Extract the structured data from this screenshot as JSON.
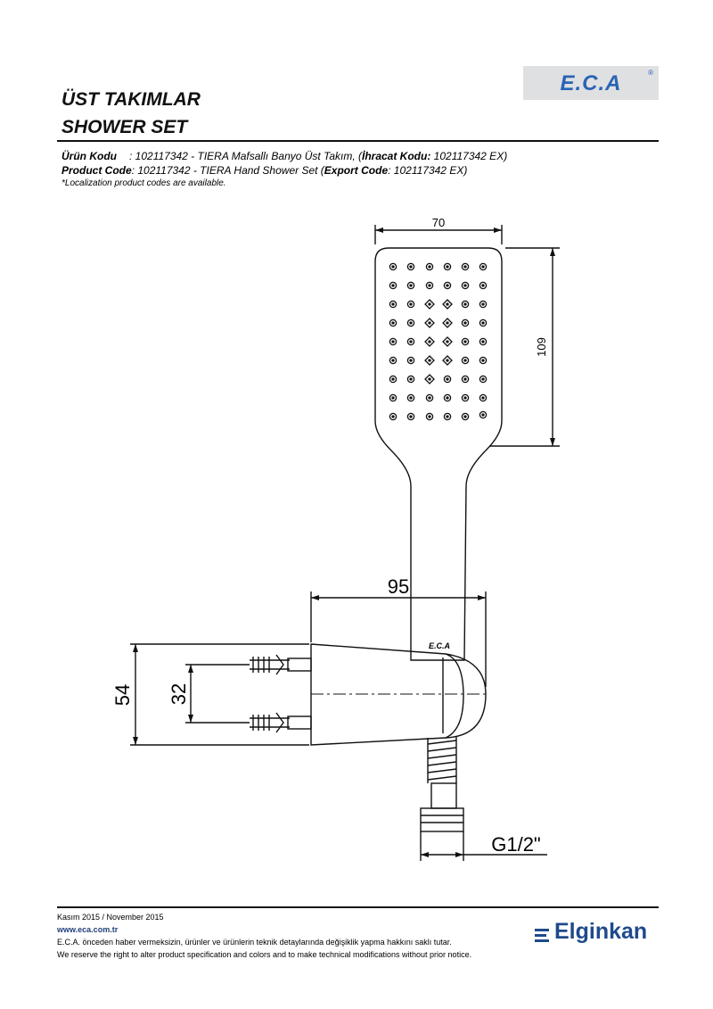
{
  "header": {
    "brand_logo": "E.C.A",
    "brand_reg": "®",
    "title_tr": "ÜST TAKIMLAR",
    "title_en": "SHOWER SET"
  },
  "codes": {
    "tr_label": "Ürün Kodu",
    "tr_value": ": 102117342 - TIERA Mafsallı Banyo Üst Takım, (",
    "tr_export_label": "İhracat Kodu:",
    "tr_export_value": " 102117342 EX)",
    "en_label": "Product Code",
    "en_value": ": 102117342 - TIERA Hand Shower Set (",
    "en_export_label": "Export Code",
    "en_export_value": ": 102117342 EX)",
    "note": "*Localization product codes are available."
  },
  "drawing": {
    "dim_width": "70",
    "dim_height": "109",
    "dim_depth": "95",
    "dim_holder_height": "54",
    "dim_screw_spacing": "32",
    "thread": "G1/2\"",
    "holder_mark": "E.C.A"
  },
  "footer": {
    "date": "Kasım 2015 / November 2015",
    "web": "www.eca.com.tr",
    "disclaimer_tr": "E.C.A. önceden haber vermeksizin, ürünler ve ürünlerin teknik detaylarında değişiklik yapma hakkını saklı tutar.",
    "disclaimer_en": "We reserve the right to alter product specification and colors and to make technical modifications without prior notice.",
    "company": "Elginkan",
    "company_color": "#1f4a8c"
  }
}
